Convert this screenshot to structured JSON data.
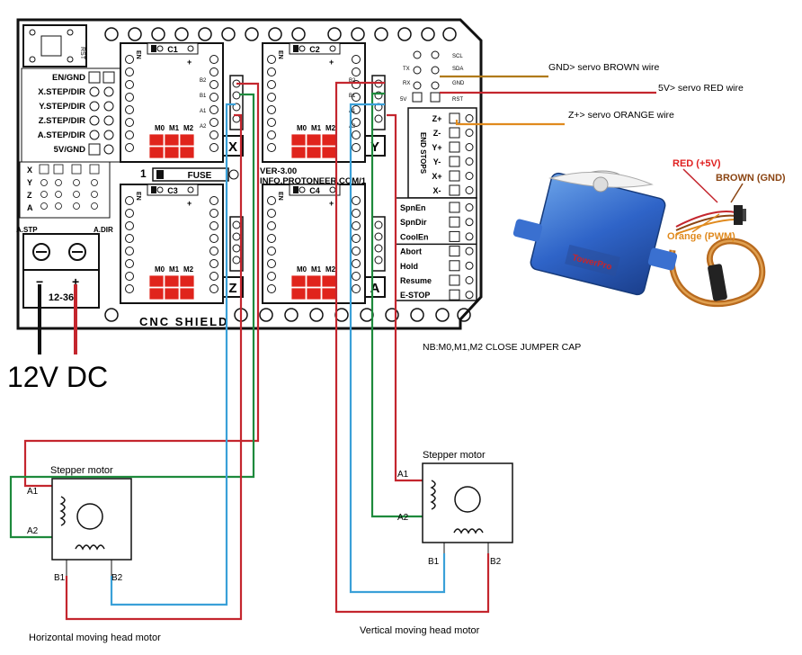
{
  "board": {
    "name": "CNC SHIELD",
    "version": "VER-3.00",
    "url": "INFO.PROTONEER.COM/1",
    "fuse_label": "FUSE",
    "power_label": "12-36",
    "rst": "RST",
    "left_labels": [
      "EN/GND",
      "X.STEP/DIR",
      "Y.STEP/DIR",
      "Z.STEP/DIR",
      "A.STEP/DIR",
      "5V/GND"
    ],
    "axis_labels": [
      "X",
      "Y",
      "Z",
      "A"
    ],
    "capacitors": [
      "C1",
      "C2",
      "C3",
      "C4"
    ],
    "jumpers": [
      "M0",
      "M1",
      "M2"
    ],
    "pin_labels": [
      "B2",
      "B1",
      "A1",
      "A2"
    ],
    "grid_letters": [
      "X",
      "Y",
      "Z",
      "A"
    ],
    "a_stp": "A.STP",
    "a_dir": "A.DIR",
    "en": "EN",
    "endstops_title": "END STOPS",
    "endstops": [
      "Z+",
      "Z-",
      "Y+",
      "Y-",
      "X+",
      "X-"
    ],
    "aux": [
      "SpnEn",
      "SpnDir",
      "CoolEn",
      "Abort",
      "Hold",
      "Resume",
      "E-STOP"
    ],
    "right_pins": [
      "SCL",
      "SDA",
      "GND",
      "5V",
      "RST",
      "TX",
      "RX"
    ]
  },
  "annotations": {
    "gnd_wire": "GND> servo BROWN wire",
    "v5_wire": "5V> servo RED wire",
    "zplus_wire": "Z+> servo ORANGE wire",
    "jumper_note": "NB:M0,M1,M2 CLOSE JUMPER CAP",
    "power": "12V DC"
  },
  "servo": {
    "red": "RED (+5V)",
    "brown": "BROWN (GND)",
    "orange": "Orange (PWM)",
    "brand": "TowerPro"
  },
  "motors": {
    "left": {
      "title": "Stepper motor",
      "a1": "A1",
      "a2": "A2",
      "b1": "B1",
      "b2": "B2",
      "caption": "Horizontal moving head motor"
    },
    "right": {
      "title": "Stepper motor",
      "a1": "A1",
      "a2": "A2",
      "b1": "B1",
      "b2": "B2",
      "caption": "Vertical  moving head motor"
    }
  },
  "colors": {
    "red": "#c4262e",
    "green": "#1e8a3c",
    "blue": "#3aa0d8",
    "black": "#111111",
    "brown": "#8b4513",
    "orange": "#e08a1e"
  }
}
